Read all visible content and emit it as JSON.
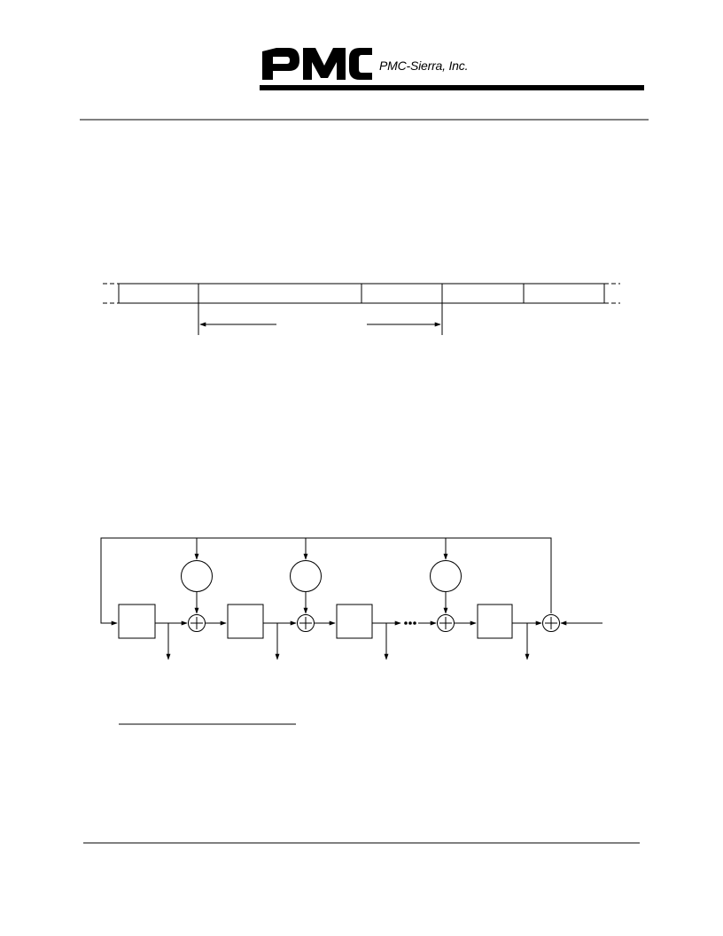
{
  "header": {
    "logo_text": "PMC",
    "company_name": "PMC-Sierra, Inc."
  },
  "frame_diagram": {
    "field_count": 5,
    "span_arrows": 2
  },
  "lfsr_diagram": {
    "register_count": 4,
    "multiplier_count": 3,
    "adder_count": 4,
    "output_taps": 4,
    "continuation": "•••"
  }
}
